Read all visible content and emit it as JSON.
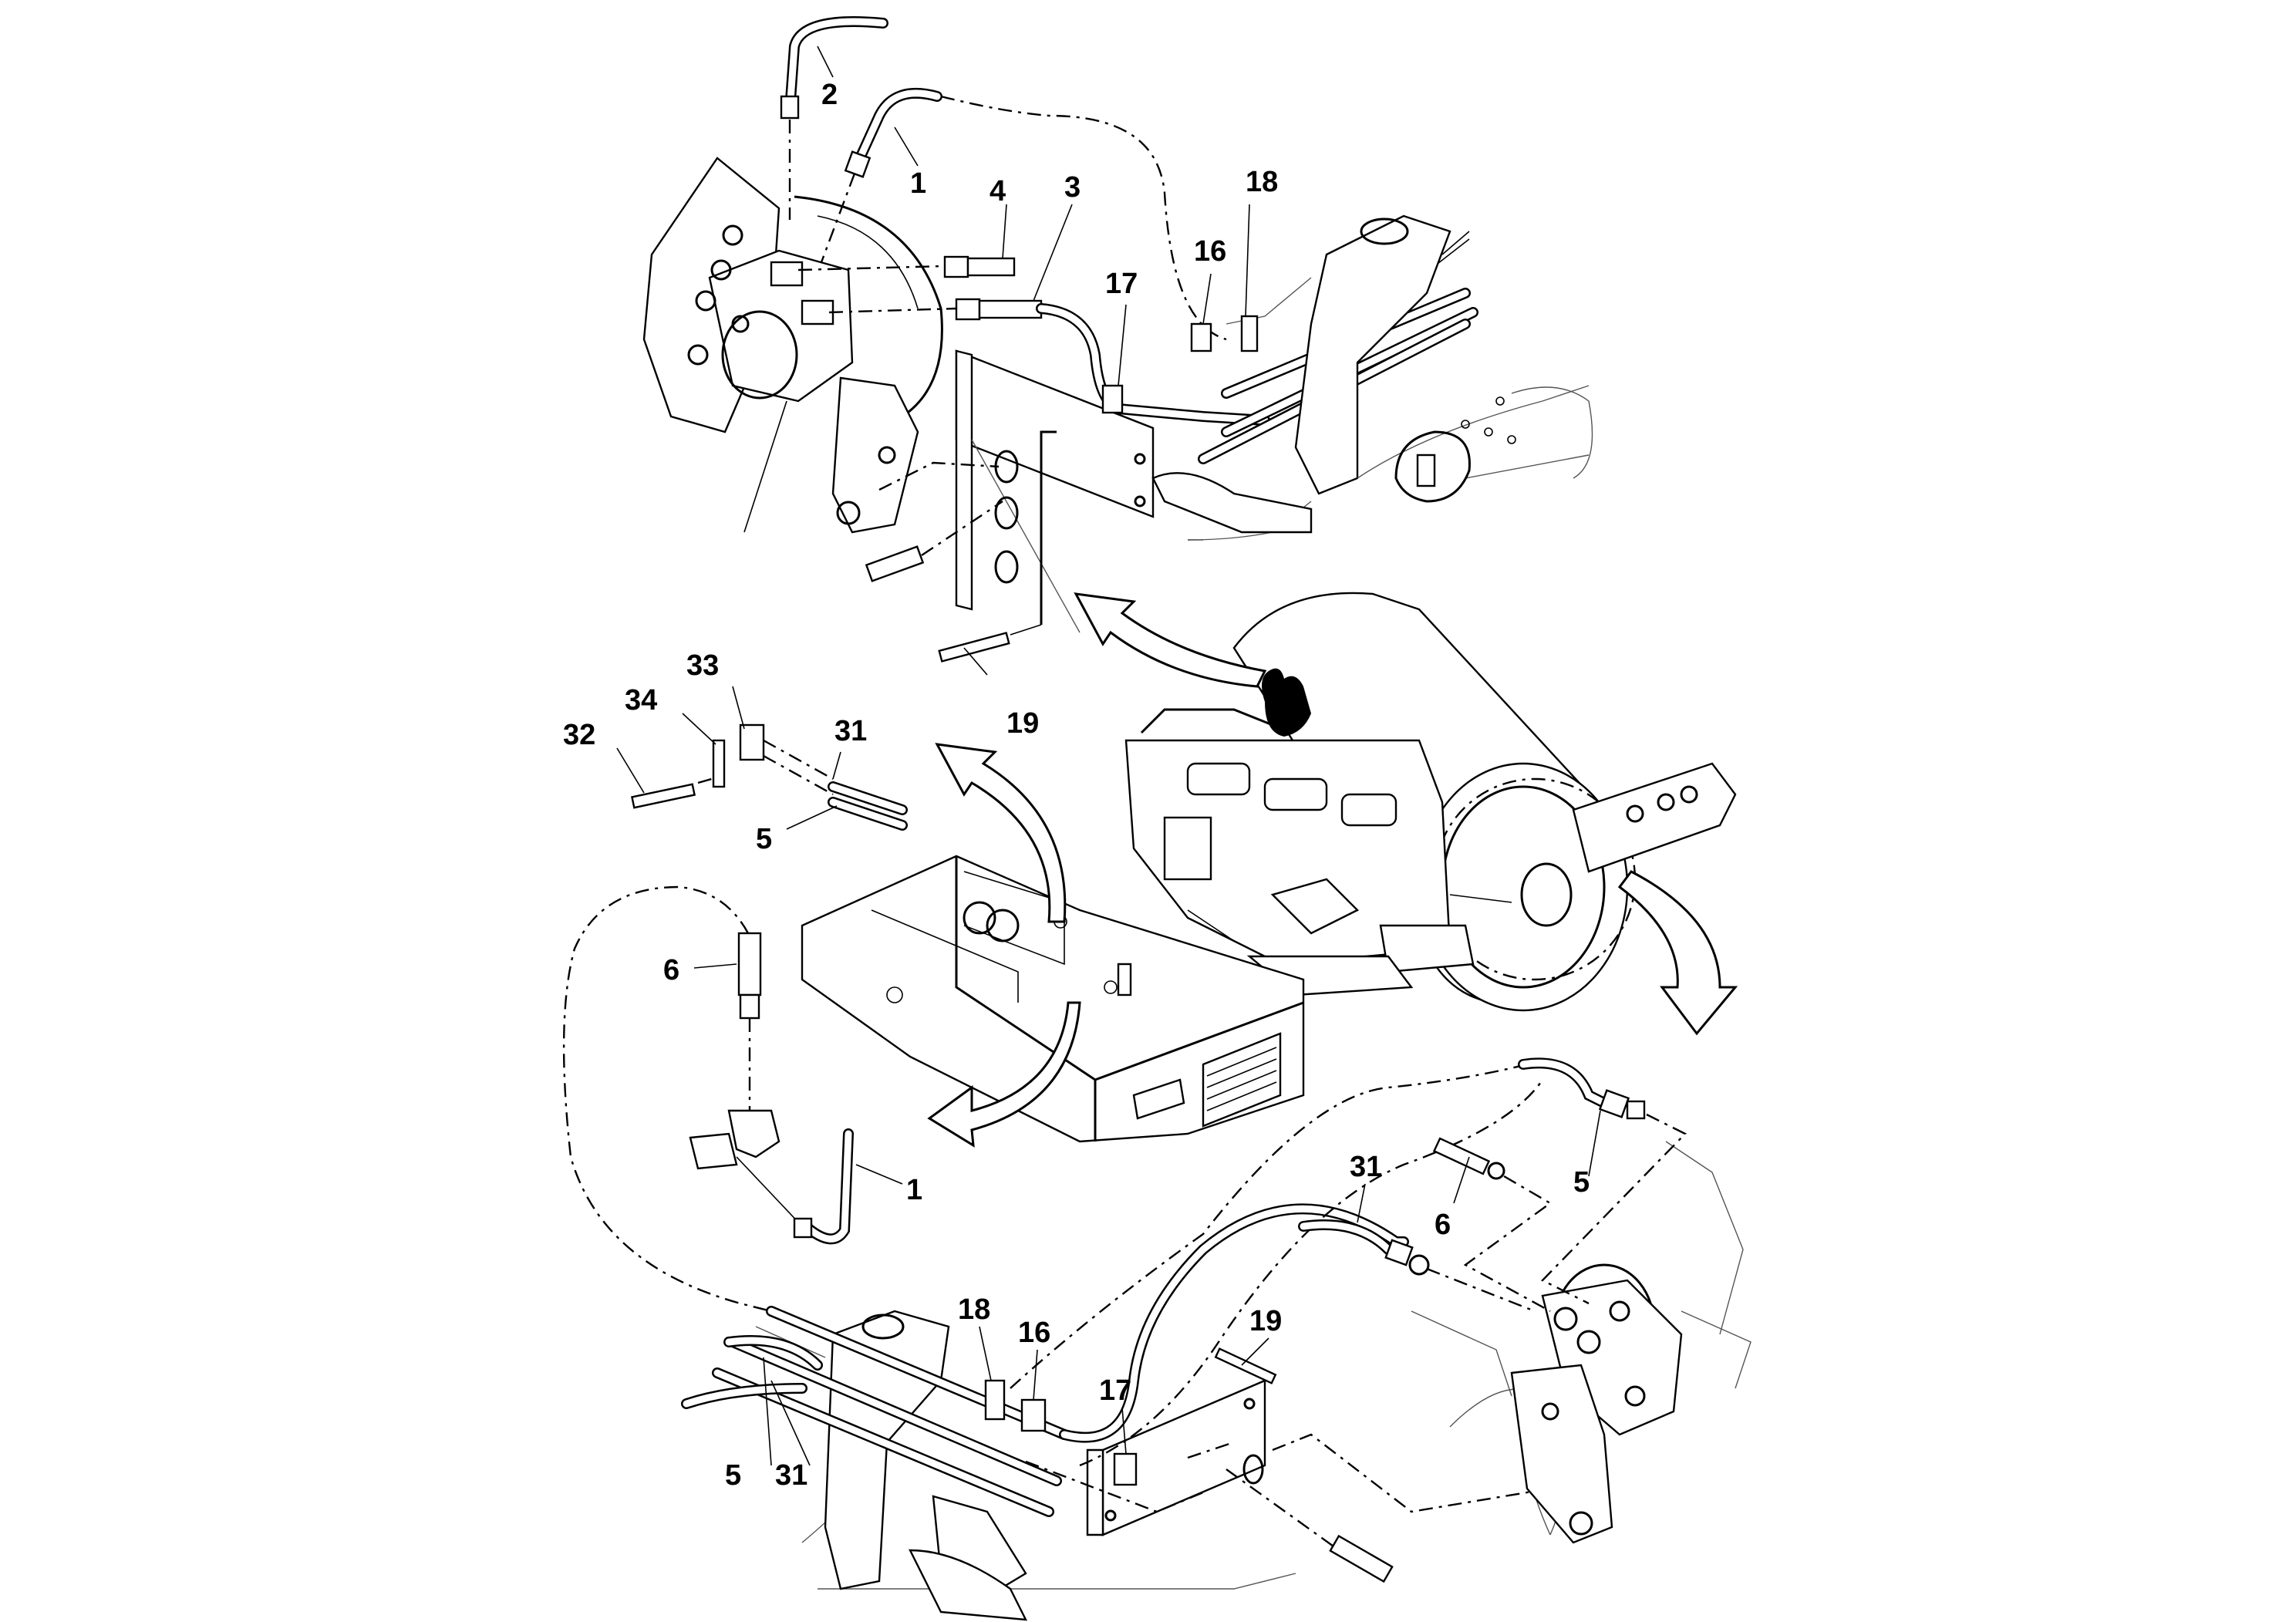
{
  "callouts": {
    "top_2": "2",
    "top_1": "1",
    "top_4": "4",
    "top_3": "3",
    "top_18": "18",
    "top_16": "16",
    "top_17": "17",
    "mid_19": "19",
    "mid_33": "33",
    "mid_34": "34",
    "mid_31": "31",
    "mid_32": "32",
    "mid_5": "5",
    "left_6": "6",
    "left_1": "1",
    "right_5": "5",
    "right_31": "31",
    "right_6": "6",
    "bot_18": "18",
    "bot_16": "16",
    "bot_19": "19",
    "bot_17": "17",
    "bot_5": "5",
    "bot_31": "31"
  },
  "colors": {
    "line": "#000000",
    "background": "#ffffff"
  }
}
